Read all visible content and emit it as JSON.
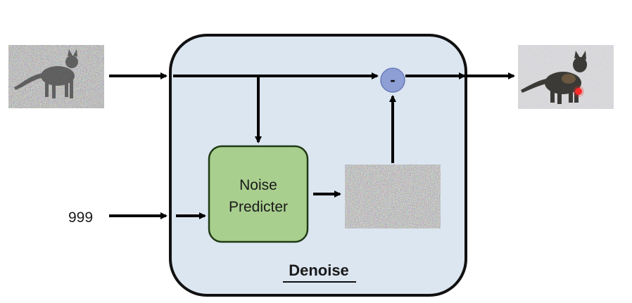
{
  "diagram": {
    "input_timestep": "999",
    "noise_predicter_line1": "Noise",
    "noise_predicter_line2": "Predicter",
    "subtract_symbol": "-",
    "block_title": "Denoise"
  },
  "colors": {
    "block_fill": "#dce6f1",
    "block_stroke": "#111111",
    "predicter_fill": "#a9cf8f",
    "predicter_stroke": "#1f3a14",
    "subtract_fill": "#8e9fd6",
    "arrow": "#000000",
    "cursor_dot": "#ff2a2a"
  },
  "icons": {
    "input_image": "noisy-cat-image",
    "noise_image": "pure-noise-image",
    "output_image": "denoised-cat-image"
  }
}
